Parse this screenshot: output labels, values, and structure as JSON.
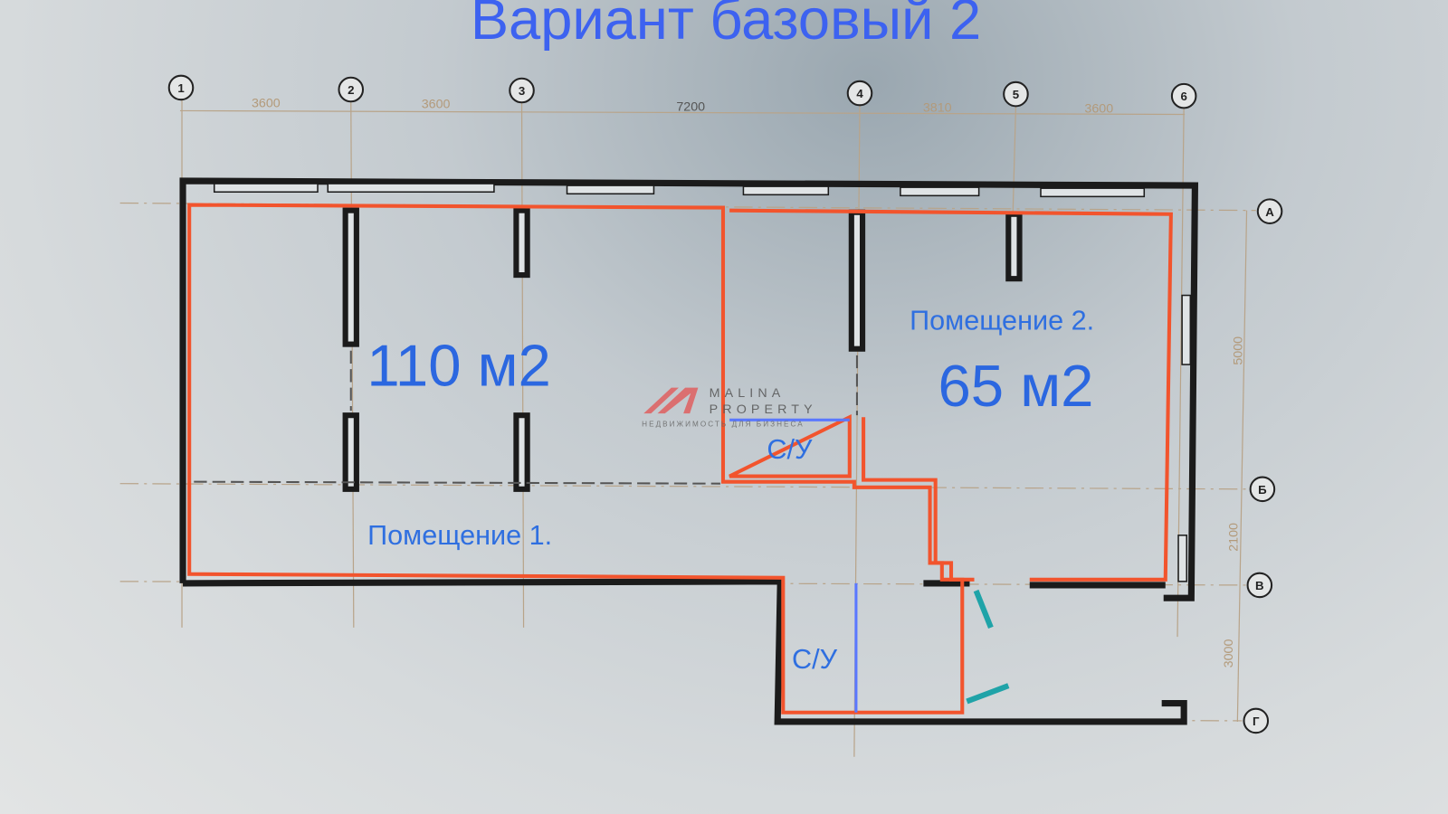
{
  "title": "Вариант базовый 2",
  "axes_horizontal": [
    "1",
    "2",
    "3",
    "4",
    "5",
    "6"
  ],
  "axes_vertical": [
    "А",
    "Б",
    "В",
    "Г"
  ],
  "dimensions_horizontal": [
    "3600",
    "3600",
    "7200",
    "3810",
    "3600"
  ],
  "dimensions_vertical": [
    "5000",
    "2100",
    "3000"
  ],
  "rooms": [
    {
      "name": "Помещение 1.",
      "area": "110 м2"
    },
    {
      "name": "Помещение 2.",
      "area": "65 м2"
    }
  ],
  "wc_labels": [
    "С/У",
    "С/У"
  ],
  "watermark": {
    "line1": "MALINA",
    "line2": "PROPERTY",
    "tagline": "НЕДВИЖИМОСТЬ ДЛЯ БИЗНЕСА"
  },
  "colors": {
    "wall": "#1b1b1b",
    "room_outline": "#f2542d",
    "label": "#2f6fe0",
    "wc_partition": "#5a78ff",
    "door": "#1fa3a8"
  }
}
